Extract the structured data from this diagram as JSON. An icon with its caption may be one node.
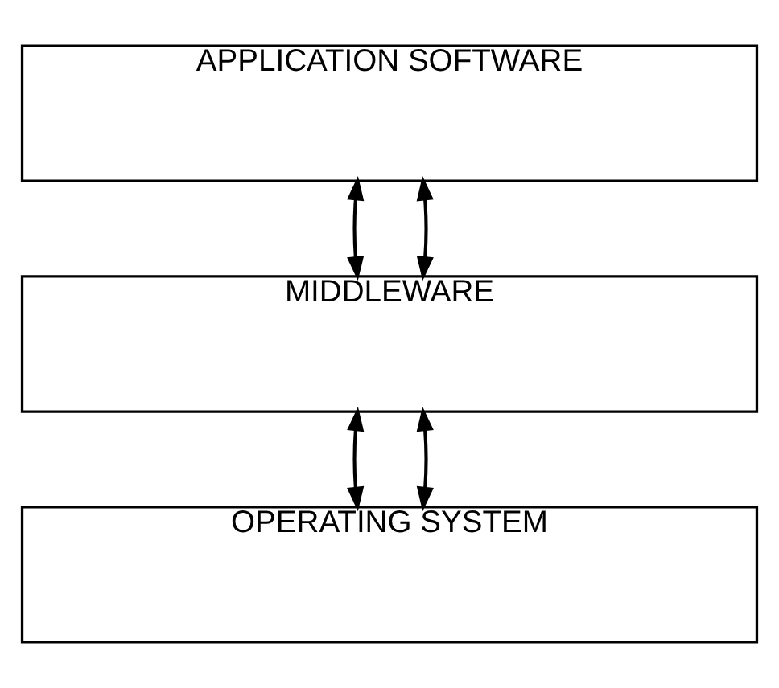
{
  "diagram": {
    "nodes": [
      {
        "text": [
          "APPLICATION SOFTWARE"
        ]
      },
      {
        "text": [
          "MIDDLEWARE"
        ]
      },
      {
        "text": [
          "OPERATING SYSTEM"
        ]
      }
    ],
    "edges": [
      {
        "from": 0,
        "to": 1,
        "arrow": "both"
      },
      {
        "from": 0,
        "to": 1,
        "arrow": "both"
      },
      {
        "from": 1,
        "to": 2,
        "arrow": "both"
      },
      {
        "from": 1,
        "to": 2,
        "arrow": "both"
      }
    ]
  }
}
